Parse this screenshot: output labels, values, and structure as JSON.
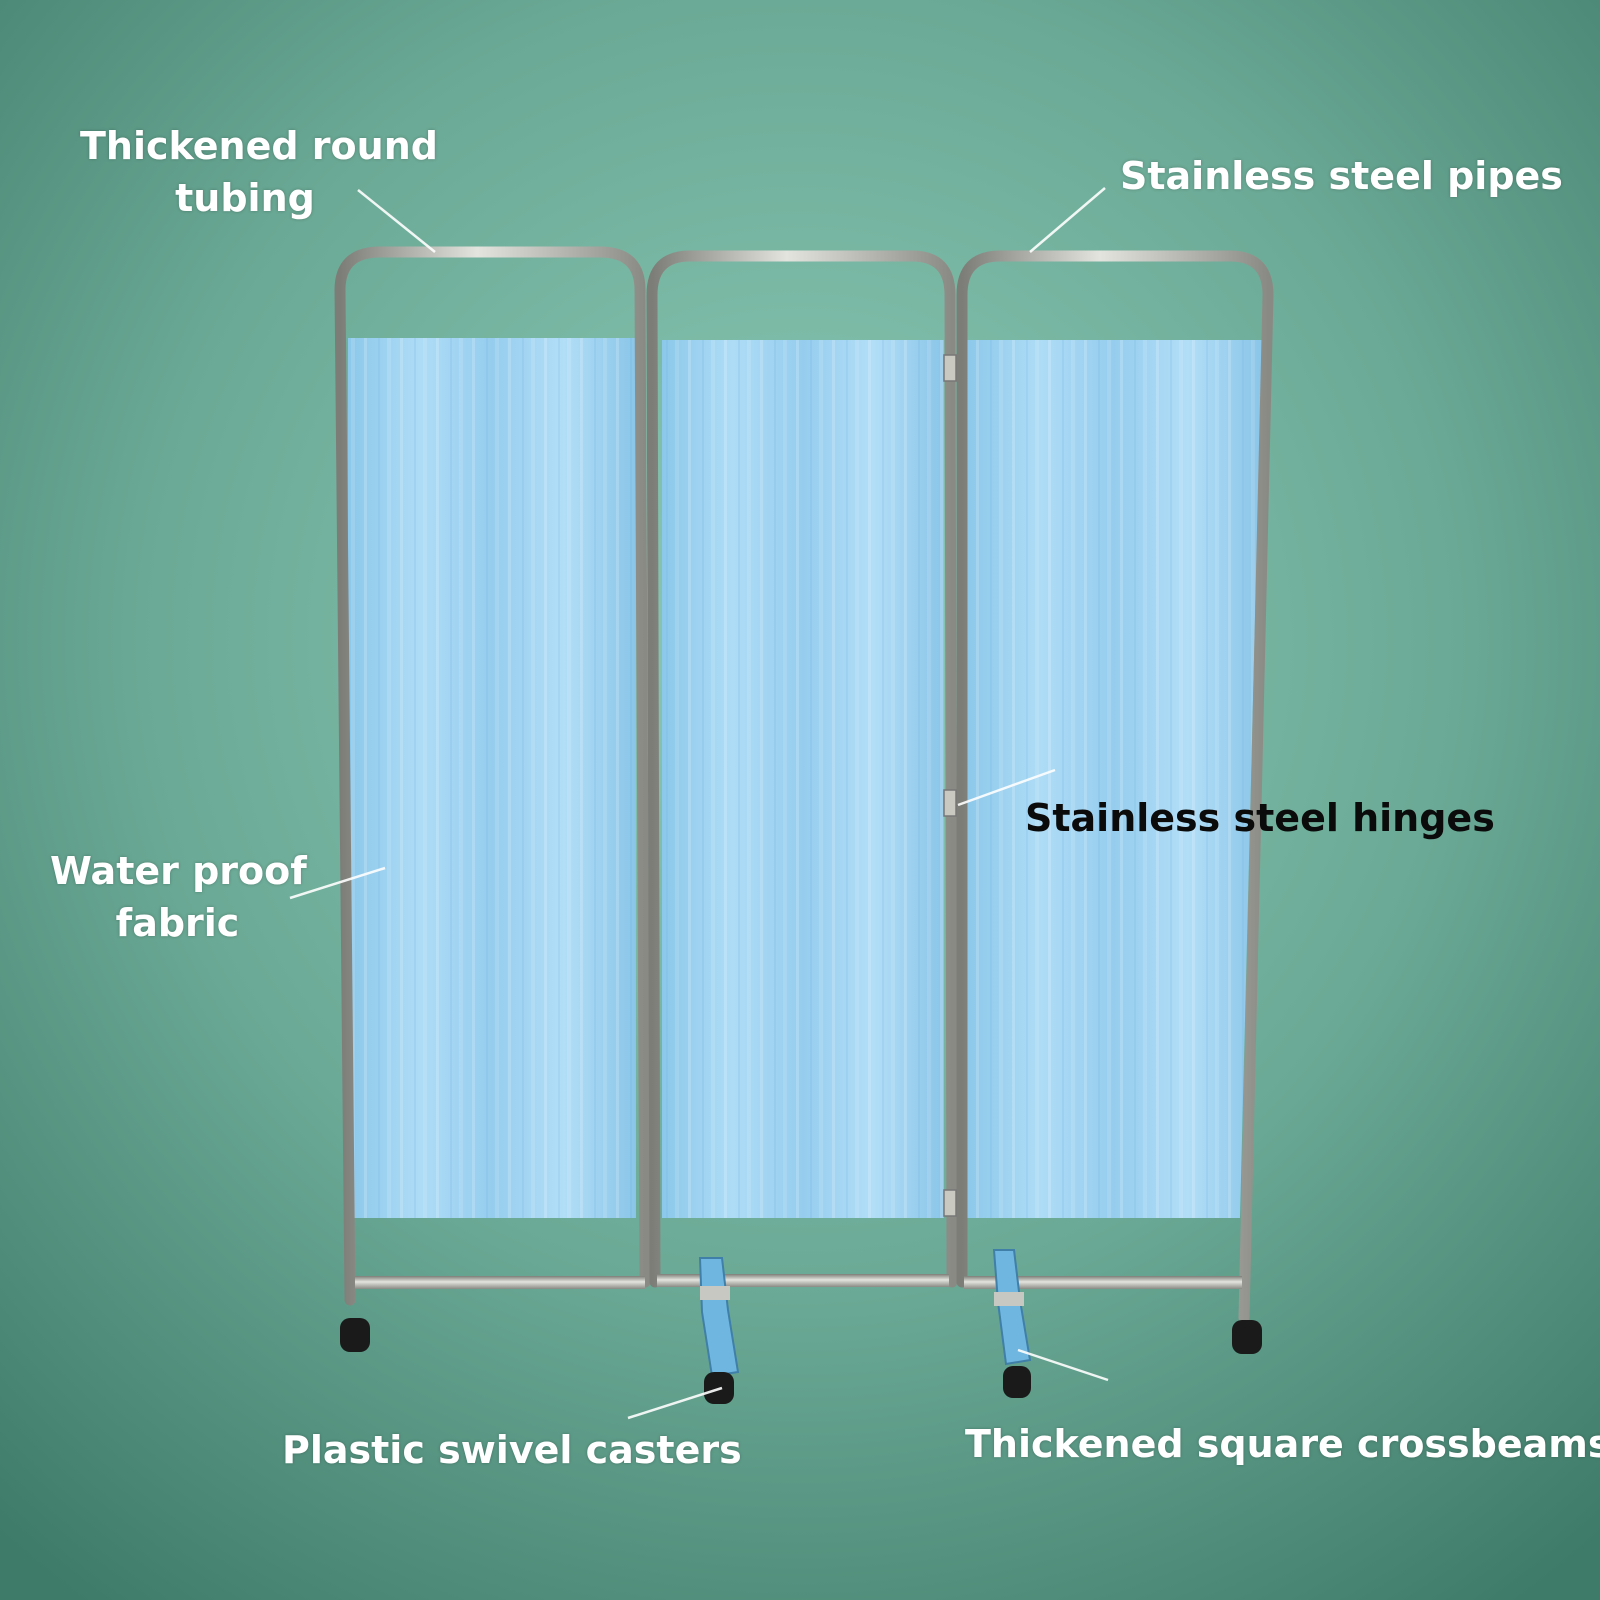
{
  "labels": {
    "thickened_round_tubing": "Thickened round\ntubing",
    "stainless_steel_pipes": "Stainless steel pipes",
    "stainless_steel_hinges": "Stainless steel hinges",
    "water_proof_fabric": "Water proof\nfabric",
    "plastic_swivel_casters": "Plastic swivel casters",
    "thickened_square_crossbeams": "Thickened square crossbeams"
  },
  "colors": {
    "background": "#6fb09c",
    "fabric": "#9fd2f0",
    "frame": "#b8b8b0",
    "label_light": "#ffffff",
    "label_dark": "#0b0b0b"
  }
}
